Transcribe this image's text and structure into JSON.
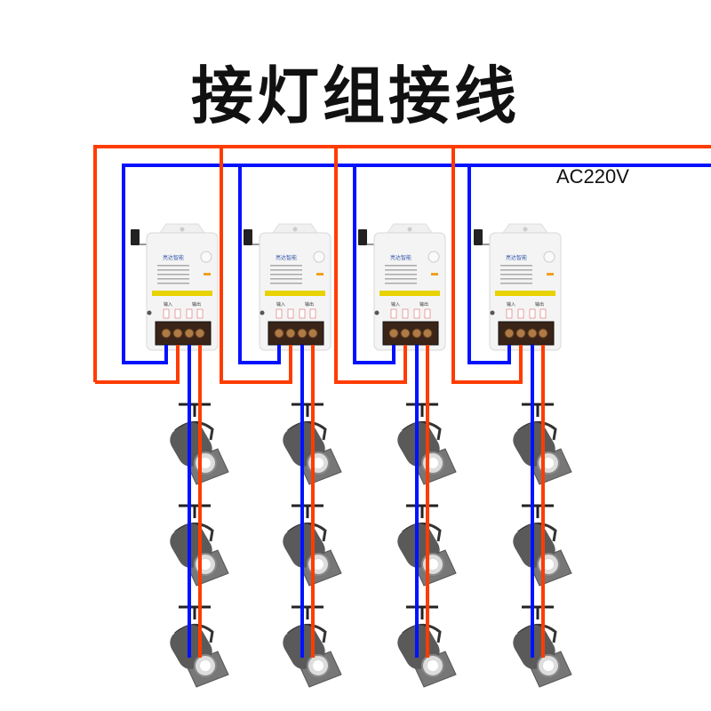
{
  "title": "接灯组接线",
  "supply_label": "AC220V",
  "colors": {
    "live": "#ff3c00",
    "neutral": "#0012ff",
    "module": "#f4f4f4",
    "terminal": "#3a2418",
    "lamp": "#5a5a5a"
  },
  "modules": [
    {
      "brand": "亮达智能",
      "input_label": "输入",
      "output_label": "输出",
      "lamps": 3
    },
    {
      "brand": "亮达智能",
      "input_label": "输入",
      "output_label": "输出",
      "lamps": 3
    },
    {
      "brand": "亮达智能",
      "input_label": "输入",
      "output_label": "输出",
      "lamps": 3
    },
    {
      "brand": "亮达智能",
      "input_label": "输入",
      "output_label": "输出",
      "lamps": 3
    }
  ]
}
